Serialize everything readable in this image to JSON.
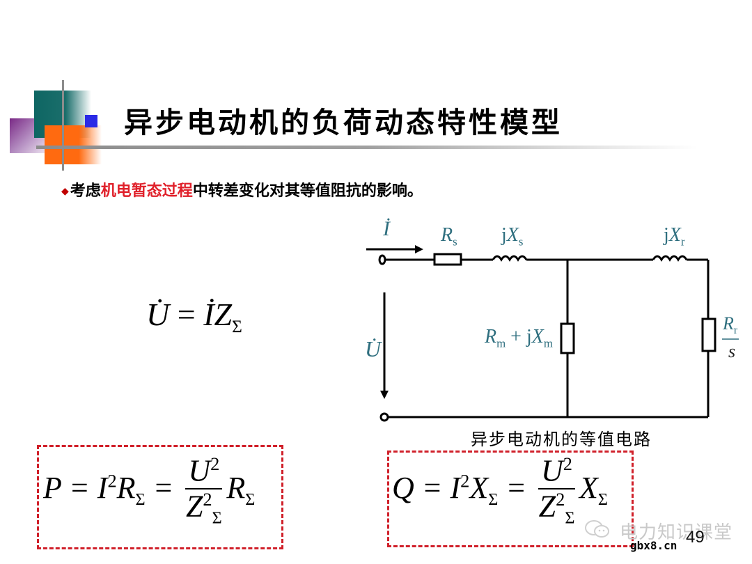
{
  "slide": {
    "title": "异步电动机的负荷动态特性模型",
    "bullet": {
      "marker": "◆",
      "text_before": "考虑",
      "highlight": "机电暂态过程",
      "text_after": "中转差变化对其等值阻抗的影响。",
      "highlight_color": "#e0202a"
    },
    "main_equation": {
      "lhs": "U̇",
      "eq": "=",
      "rhs_I": "İ",
      "rhs_Z": "Z",
      "rhs_sub": "Σ"
    },
    "circuit": {
      "caption": "异步电动机的等值电路",
      "labels": {
        "current": "İ",
        "voltage": "U̇",
        "Rs": {
          "main": "R",
          "sub": "s"
        },
        "jXs": {
          "j": "j",
          "main": "X",
          "sub": "s"
        },
        "jXr": {
          "j": "j",
          "main": "X",
          "sub": "r"
        },
        "Rm_jXm": {
          "R": "R",
          "Rsub": "m",
          "plus": "+ j",
          "X": "X",
          "Xsub": "m"
        },
        "Rr_over_s": {
          "num": "R",
          "num_sub": "r",
          "den": "s"
        }
      },
      "label_color": "#2f6f7f"
    },
    "formula_p": {
      "lhs": "P",
      "eq1": "=",
      "I": "I",
      "I_sup": "2",
      "R": "R",
      "sub": "Σ",
      "eq2": "=",
      "num": "U",
      "num_sup": "2",
      "den": "Z",
      "den_sup": "2",
      "den_sub": "Σ",
      "tail": "R",
      "tail_sub": "Σ"
    },
    "formula_q": {
      "lhs": "Q",
      "eq1": "=",
      "I": "I",
      "I_sup": "2",
      "X": "X",
      "sub": "Σ",
      "eq2": "=",
      "num": "U",
      "num_sup": "2",
      "den": "Z",
      "den_sup": "2",
      "den_sub": "Σ",
      "tail": "X",
      "tail_sub": "Σ"
    },
    "box_color": "#d0202a",
    "page_number": "49",
    "watermark": {
      "text": "电力知识课堂",
      "url": "gbx8.cn"
    }
  }
}
